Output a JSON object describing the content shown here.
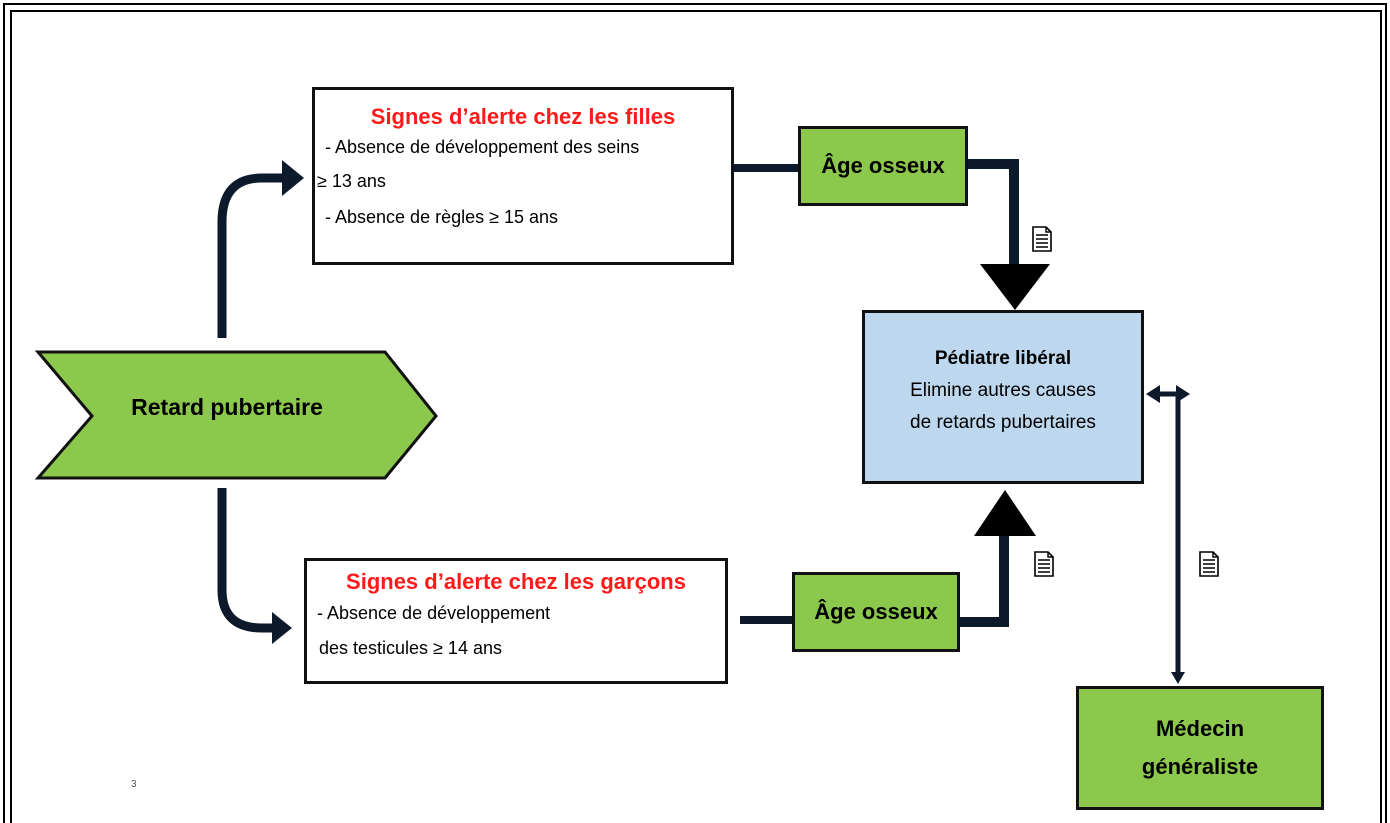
{
  "diagram": {
    "start": {
      "label": "Retard pubertaire"
    },
    "girls": {
      "title": "Signes d’alerte  chez les filles",
      "lines": [
        "- Absence de développement des seins",
        "≥ 13 ans",
        "- Absence de règles ≥ 15 ans"
      ]
    },
    "boys": {
      "title": "Signes d’alerte  chez les garçons",
      "lines": [
        "- Absence de développement",
        "des testicules ≥ 14 ans"
      ]
    },
    "bone_age_top": {
      "label": "Âge osseux"
    },
    "bone_age_bottom": {
      "label": "Âge osseux"
    },
    "pediatrician": {
      "title": "Pédiatre libéral",
      "line1": "Elimine autres causes",
      "line2": "de retards pubertaires"
    },
    "gp": {
      "line1": "Médecin",
      "line2": "généraliste"
    },
    "document_icons": [
      "document-icon",
      "document-icon",
      "document-icon"
    ],
    "page_number": "3"
  },
  "colors": {
    "green_fill": "#8cc84b",
    "blue_fill": "#bdd7ee",
    "alert_red": "#ff1a1a",
    "connector": "#0d1a2b"
  }
}
